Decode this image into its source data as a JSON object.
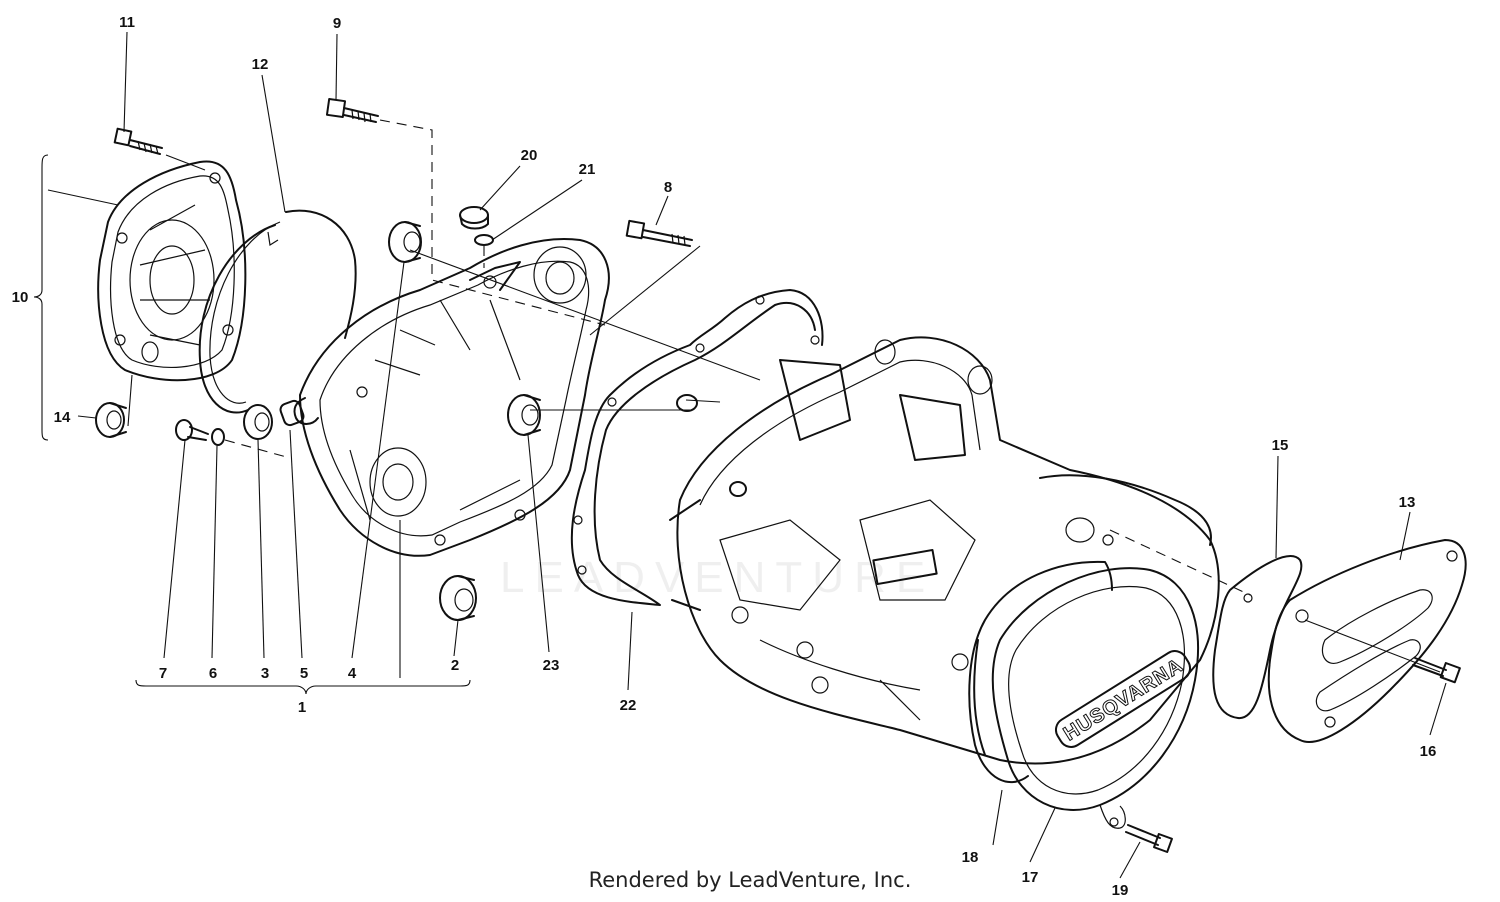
{
  "callouts": {
    "c1": "1",
    "c2": "2",
    "c3": "3",
    "c4": "4",
    "c5": "5",
    "c6": "6",
    "c7": "7",
    "c8": "8",
    "c9": "9",
    "c10": "10",
    "c11": "11",
    "c12": "12",
    "c13": "13",
    "c14": "14",
    "c15": "15",
    "c16": "16",
    "c17": "17",
    "c18": "18",
    "c19": "19",
    "c20": "20",
    "c21": "21",
    "c22": "22",
    "c23": "23"
  },
  "cover_brand": "HUSQVARNA",
  "watermark": "LEADVENTURE",
  "credit": "Rendered by LeadVenture, Inc."
}
